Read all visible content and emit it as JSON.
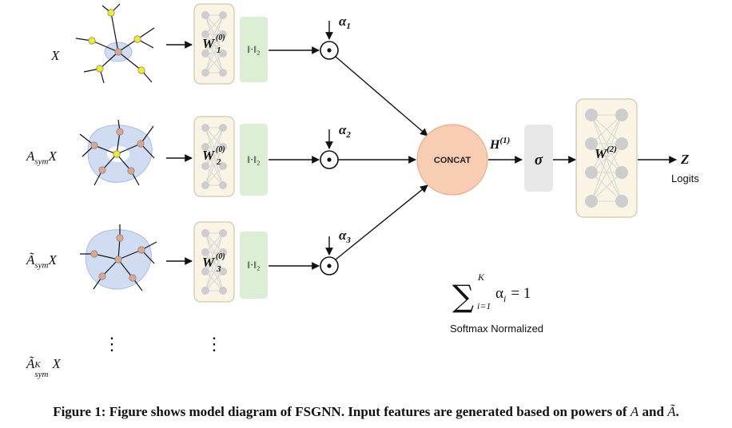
{
  "inputs": [
    {
      "base": "X",
      "sub": "",
      "sup": "",
      "tilde": false
    },
    {
      "base": "A",
      "sub": "sym",
      "sup": "",
      "tilde": false,
      "suffix": "X"
    },
    {
      "base": "Ã",
      "sub": "sym",
      "sup": "",
      "tilde": true,
      "suffix": "X"
    },
    {
      "base": "Ã",
      "sub": "sym",
      "sup": "K",
      "tilde": true,
      "suffix": "X"
    }
  ],
  "weights": [
    {
      "base": "W",
      "sub": "1",
      "sup": "(0)"
    },
    {
      "base": "W",
      "sub": "2",
      "sup": "(0)"
    },
    {
      "base": "W",
      "sub": "3",
      "sup": "(0)"
    }
  ],
  "norm_label": "‖·‖₂",
  "alphas": [
    {
      "base": "α",
      "sub": "1"
    },
    {
      "base": "α",
      "sub": "2"
    },
    {
      "base": "α",
      "sub": "3"
    }
  ],
  "concat_label": "CONCAT",
  "hidden_label": {
    "base": "H",
    "sup": "(1)"
  },
  "activation_label": "σ",
  "output_weight": {
    "base": "W",
    "sup": "(2)"
  },
  "output_label": "Z",
  "output_caption": "Logits",
  "softmax_formula": {
    "sum_upper": "K",
    "sum_lower": "i=1",
    "term": "α",
    "term_sub": "i",
    "rhs": "= 1"
  },
  "softmax_caption": "Softmax Normalized",
  "ellipsis": "⋮",
  "caption": {
    "prefix": "Figure 1: Figure shows model diagram of FSGNN. Input features are generated based on powers of ",
    "a": "A",
    "mid": " and ",
    "atilde": "Ã",
    "suffix": "."
  },
  "colors": {
    "yellow_node": "#f2ee22",
    "orange_node": "#e0a488",
    "blob_fill": "#cfdcf2",
    "nn_box_fill": "#faf4e4",
    "norm_fill": "#dcefd4",
    "concat_fill": "#f8cdb4",
    "sigma_fill": "#e8e8e8",
    "nn_node": "#bdbdbd"
  }
}
